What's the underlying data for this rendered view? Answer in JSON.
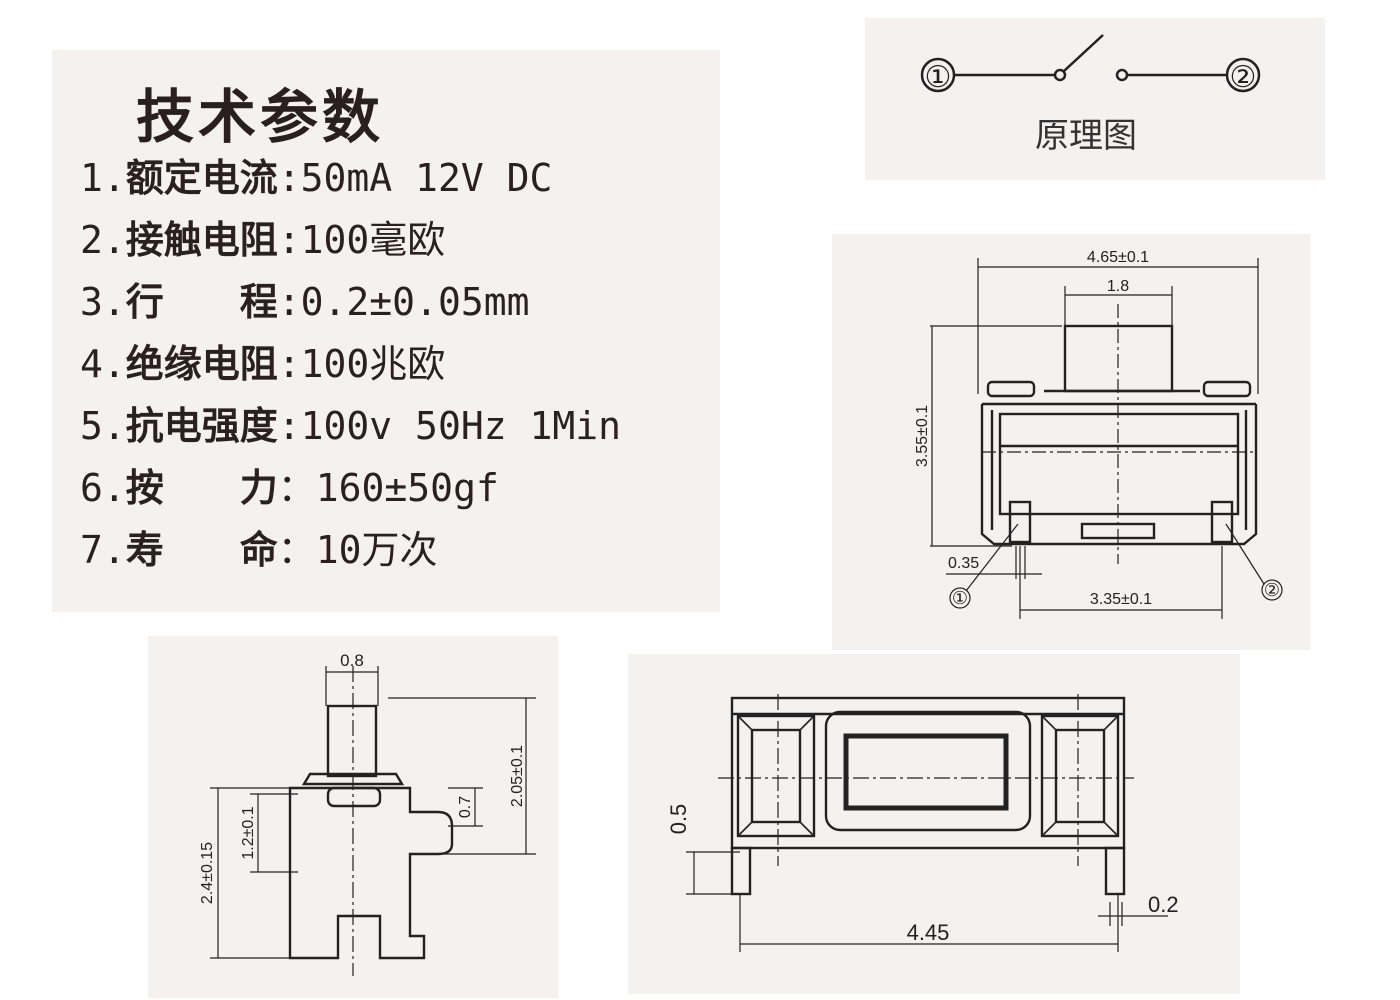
{
  "spec": {
    "title": "技术参数",
    "items": [
      {
        "num": "1.",
        "label": "额定电流",
        "sep": ":",
        "value": "50mA 12V DC"
      },
      {
        "num": "2.",
        "label": "接触电阻",
        "sep": ":",
        "value": "100毫欧"
      },
      {
        "num": "3.",
        "label": "行　　程",
        "sep": ":",
        "value": "0.2±0.05mm"
      },
      {
        "num": "4.",
        "label": "绝缘电阻",
        "sep": ":",
        "value": "100兆欧"
      },
      {
        "num": "5.",
        "label": "抗电强度",
        "sep": ":",
        "value": "100v 50Hz 1Min"
      },
      {
        "num": "6.",
        "label": "按　　力",
        "sep": "：",
        "value": "160±50gf"
      },
      {
        "num": "7.",
        "label": "寿　　命",
        "sep": "：",
        "value": "10万次"
      }
    ]
  },
  "schematic": {
    "caption": "原理图",
    "terminal_1": "①",
    "terminal_2": "②"
  },
  "front_view": {
    "dim_width": "4.65±0.1",
    "dim_actuator": "1.8",
    "dim_height": "3.55±0.1",
    "dim_pin": "0.35",
    "dim_pin_span": "3.35±0.1",
    "pin_1": "①",
    "pin_2": "②"
  },
  "side_view": {
    "dim_actuator": "0.8",
    "dim_total": "2.05±0.1",
    "dim_step": "0.7",
    "dim_body": "1.2±0.1",
    "dim_height": "2.4±0.15"
  },
  "bottom_view": {
    "dim_pin_len": "0.5",
    "dim_pin_w": "0.2",
    "dim_span": "4.45"
  }
}
